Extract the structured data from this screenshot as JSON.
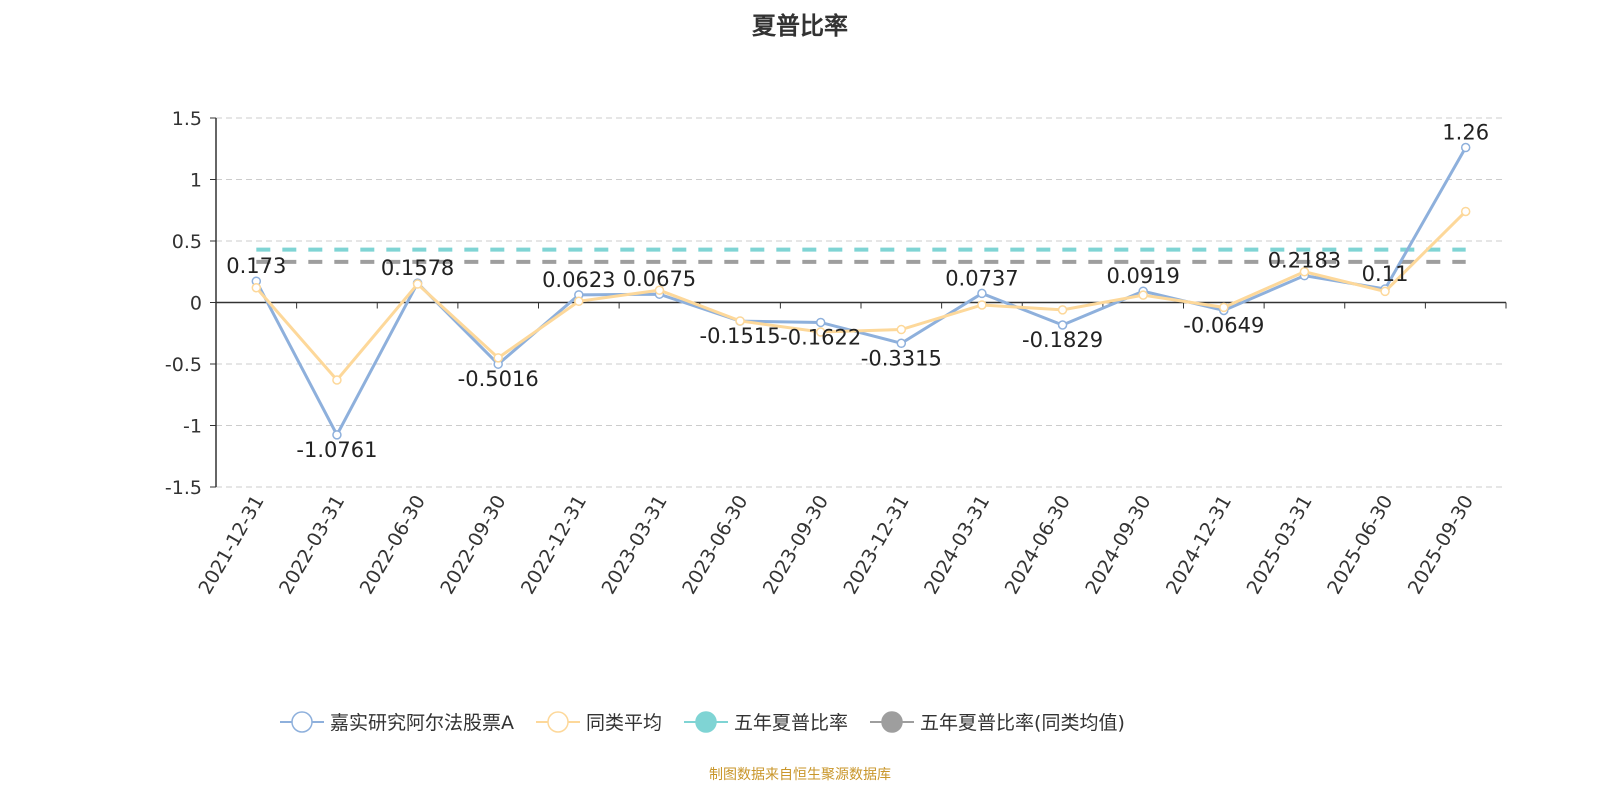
{
  "title": "夏普比率",
  "source": "制图数据来自恒生聚源数据库",
  "chart_data": {
    "type": "line",
    "title": "夏普比率",
    "categories": [
      "2021-12-31",
      "2022-03-31",
      "2022-06-30",
      "2022-09-30",
      "2022-12-31",
      "2023-03-31",
      "2023-06-30",
      "2023-09-30",
      "2023-12-31",
      "2024-03-31",
      "2024-06-30",
      "2024-09-30",
      "2024-12-31",
      "2025-03-31",
      "2025-06-30",
      "2025-09-30"
    ],
    "ylim": [
      -1.5,
      1.5
    ],
    "yticks": [
      "1.5",
      "1",
      "0.5",
      "0",
      "-0.5",
      "-1",
      "-1.5"
    ],
    "grid": true,
    "legend_position": "bottom",
    "series": [
      {
        "name": "嘉实研究阿尔法股票A",
        "color": "#8eb0dc",
        "values": [
          0.173,
          -1.0761,
          0.1578,
          -0.5016,
          0.0623,
          0.0675,
          -0.1515,
          -0.1622,
          -0.3315,
          0.0737,
          -0.1829,
          0.0919,
          -0.0649,
          0.2183,
          0.11,
          1.26
        ],
        "labels": [
          "0.173",
          "-1.0761",
          "0.1578",
          "-0.5016",
          "0.0623",
          "0.0675",
          "-0.1515",
          "-0.1622",
          "-0.3315",
          "0.0737",
          "-0.1829",
          "0.0919",
          "-0.0649",
          "0.2183",
          "0.11",
          "1.26"
        ]
      },
      {
        "name": "同类平均",
        "color": "#fdd89a",
        "values": [
          0.12,
          -0.63,
          0.15,
          -0.45,
          0.01,
          0.1,
          -0.15,
          -0.24,
          -0.22,
          -0.02,
          -0.06,
          0.06,
          -0.04,
          0.25,
          0.09,
          0.74
        ]
      },
      {
        "name": "五年夏普比率",
        "color": "#7fd4d4",
        "value": 0.43
      },
      {
        "name": "五年夏普比率(同类均值)",
        "color": "#9e9e9e",
        "value": 0.33
      }
    ]
  }
}
